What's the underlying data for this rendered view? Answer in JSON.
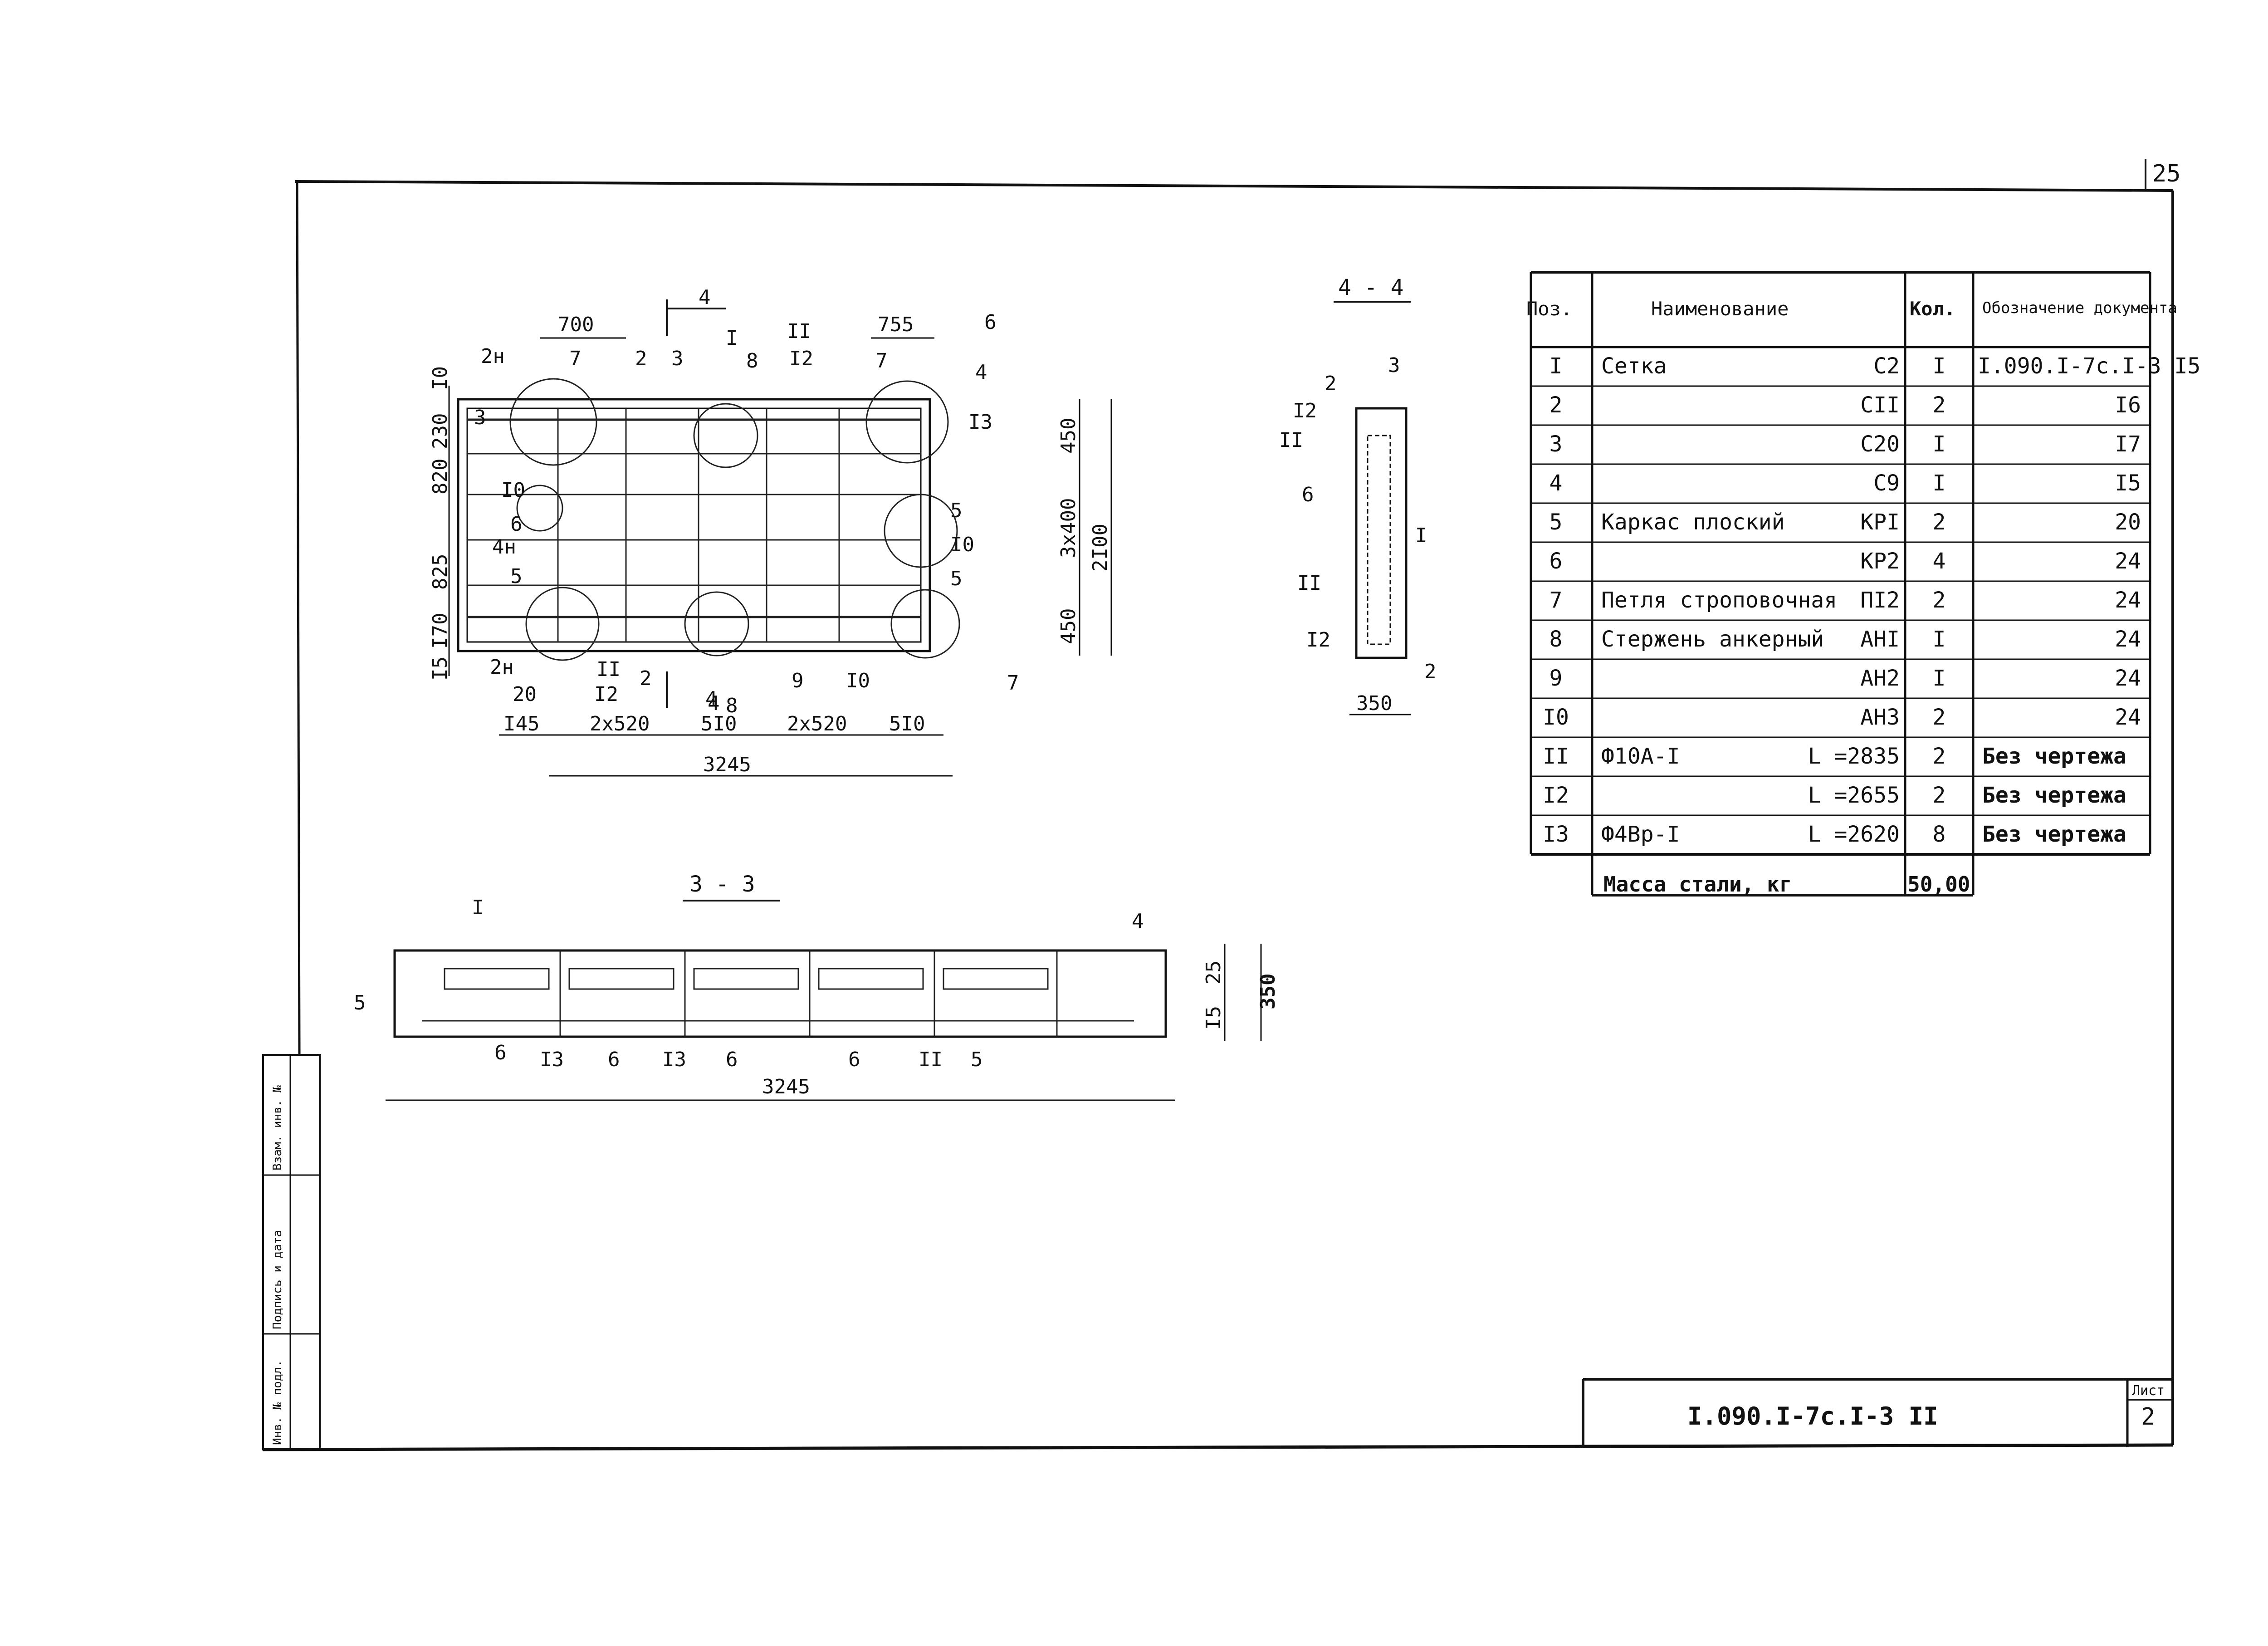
{
  "sheet": {
    "corner_page_number": "25",
    "title_block_code": "I.090.I-7c.I-3 II",
    "sheet_label": "Лист",
    "sheet_number": "2",
    "margin_labels": [
      "Инв. № подл.",
      "Подпись и дата",
      "Взам. инв. №"
    ]
  },
  "plan_view": {
    "section_marker": "4",
    "top_dims": [
      "700",
      "755"
    ],
    "top_labels": [
      "2н",
      "7",
      "2",
      "3",
      "I",
      "8",
      "II",
      "I2",
      "7",
      "6",
      "4"
    ],
    "left_dims": [
      "I0",
      "230",
      "820",
      "825",
      "I70",
      "I5"
    ],
    "left_labels": [
      "3",
      "I0",
      "6",
      "4н",
      "5",
      "2н"
    ],
    "right_labels": [
      "I3",
      "5",
      "I0",
      "5"
    ],
    "right_dims": [
      "450",
      "3x400",
      "450",
      "2I00"
    ],
    "bottom_labels": [
      "20",
      "II",
      "I2",
      "2",
      "4",
      "9",
      "8",
      "I0",
      "7"
    ],
    "bottom_dims": [
      "I45",
      "2x520",
      "5I0",
      "2x520",
      "5I0"
    ],
    "overall_dim": "3245"
  },
  "section_4_4": {
    "title": "4 - 4",
    "labels": [
      "2",
      "3",
      "I2",
      "II",
      "6",
      "I",
      "II",
      "I2",
      "2"
    ],
    "dim": "350"
  },
  "section_3_3": {
    "title": "3 - 3",
    "labels": [
      "I",
      "4",
      "5",
      "6",
      "I3",
      "6",
      "I3",
      "6",
      "6",
      "II",
      "5"
    ],
    "right_dims": [
      "25",
      "I5",
      "350"
    ],
    "overall_dim": "3245"
  },
  "spec_table": {
    "headers": {
      "pos": "Поз.",
      "name": "Наименование",
      "qty": "Кол.",
      "doc": "Обозначение документа"
    },
    "rows": [
      {
        "pos": "I",
        "name": "Сетка",
        "mark": "C2",
        "qty": "I",
        "doc": "I.090.I-7c.I-3  I5"
      },
      {
        "pos": "2",
        "name": "",
        "mark": "CII",
        "qty": "2",
        "doc": "I6"
      },
      {
        "pos": "3",
        "name": "",
        "mark": "C20",
        "qty": "I",
        "doc": "I7"
      },
      {
        "pos": "4",
        "name": "",
        "mark": "C9",
        "qty": "I",
        "doc": "I5"
      },
      {
        "pos": "5",
        "name": "Каркас плоский",
        "mark": "КРI",
        "qty": "2",
        "doc": "20"
      },
      {
        "pos": "6",
        "name": "",
        "mark": "КР2",
        "qty": "4",
        "doc": "24"
      },
      {
        "pos": "7",
        "name": "Петля строповочная",
        "mark": "ПI2",
        "qty": "2",
        "doc": "24"
      },
      {
        "pos": "8",
        "name": "Стержень анкерный",
        "mark": "АНI",
        "qty": "I",
        "doc": "24"
      },
      {
        "pos": "9",
        "name": "",
        "mark": "АН2",
        "qty": "I",
        "doc": "24"
      },
      {
        "pos": "I0",
        "name": "",
        "mark": "АН3",
        "qty": "2",
        "doc": "24"
      },
      {
        "pos": "II",
        "name": "Ф10А-I",
        "mark": "L =2835",
        "qty": "2",
        "doc": "Без чертежа"
      },
      {
        "pos": "I2",
        "name": "",
        "mark": "L =2655",
        "qty": "2",
        "doc": "Без чертежа"
      },
      {
        "pos": "I3",
        "name": "Ф4Вр-I",
        "mark": "L =2620",
        "qty": "8",
        "doc": "Без чертежа"
      }
    ],
    "footer": {
      "label": "Масса стали,  кг",
      "value": "50,00"
    }
  }
}
